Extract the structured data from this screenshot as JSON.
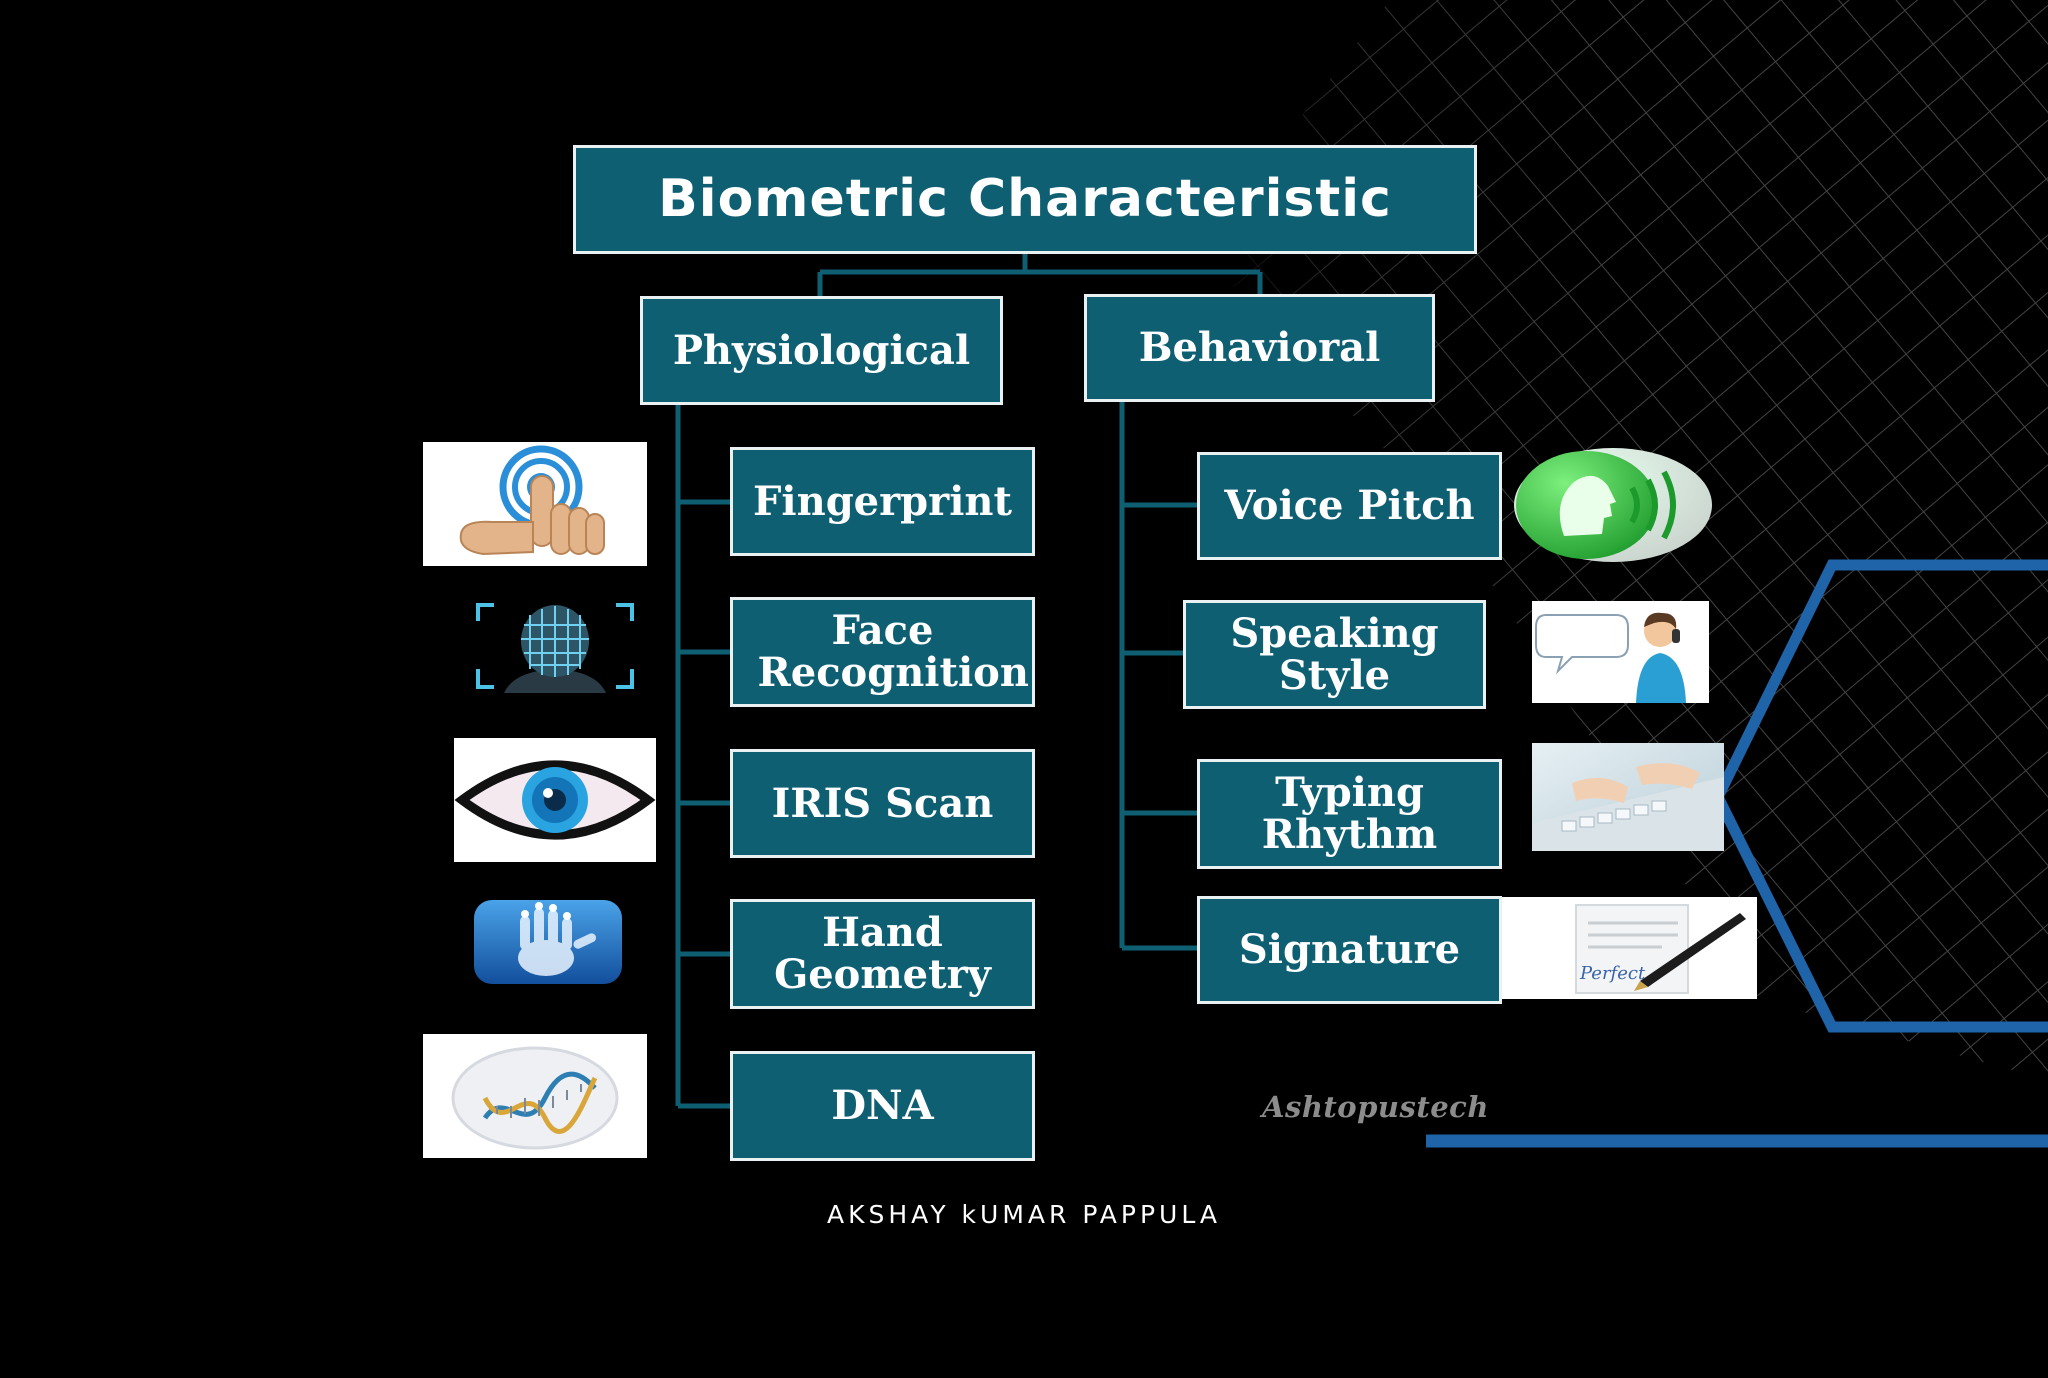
{
  "diagram": {
    "title": "Biometric Characteristic",
    "categories": [
      {
        "label": "Physiological",
        "items": [
          "Fingerprint",
          "Face Recognition",
          "IRIS Scan",
          "Hand Geometry",
          "DNA"
        ],
        "icons": [
          "fingerprint-touch-icon",
          "face-scan-icon",
          "eye-icon",
          "hand-scan-icon",
          "dna-icon"
        ]
      },
      {
        "label": "Behavioral",
        "items": [
          "Voice Pitch",
          "Speaking Style",
          "Typing Rhythm",
          "Signature"
        ],
        "icons": [
          "voice-speaker-icon",
          "person-talking-icon",
          "typing-hands-icon",
          "pen-signature-icon"
        ]
      }
    ]
  },
  "watermark": "Ashtopustech",
  "signature_image_text": "Perfect",
  "author": "AKSHAY kUMAR PAPPULA",
  "colors": {
    "background": "#000000",
    "box_fill": "#0f5f73",
    "box_border": "#e9f1f3",
    "connector": "#0f5f73",
    "accent_blue": "#1f63a8",
    "grid_line": "#5a5a5a"
  }
}
